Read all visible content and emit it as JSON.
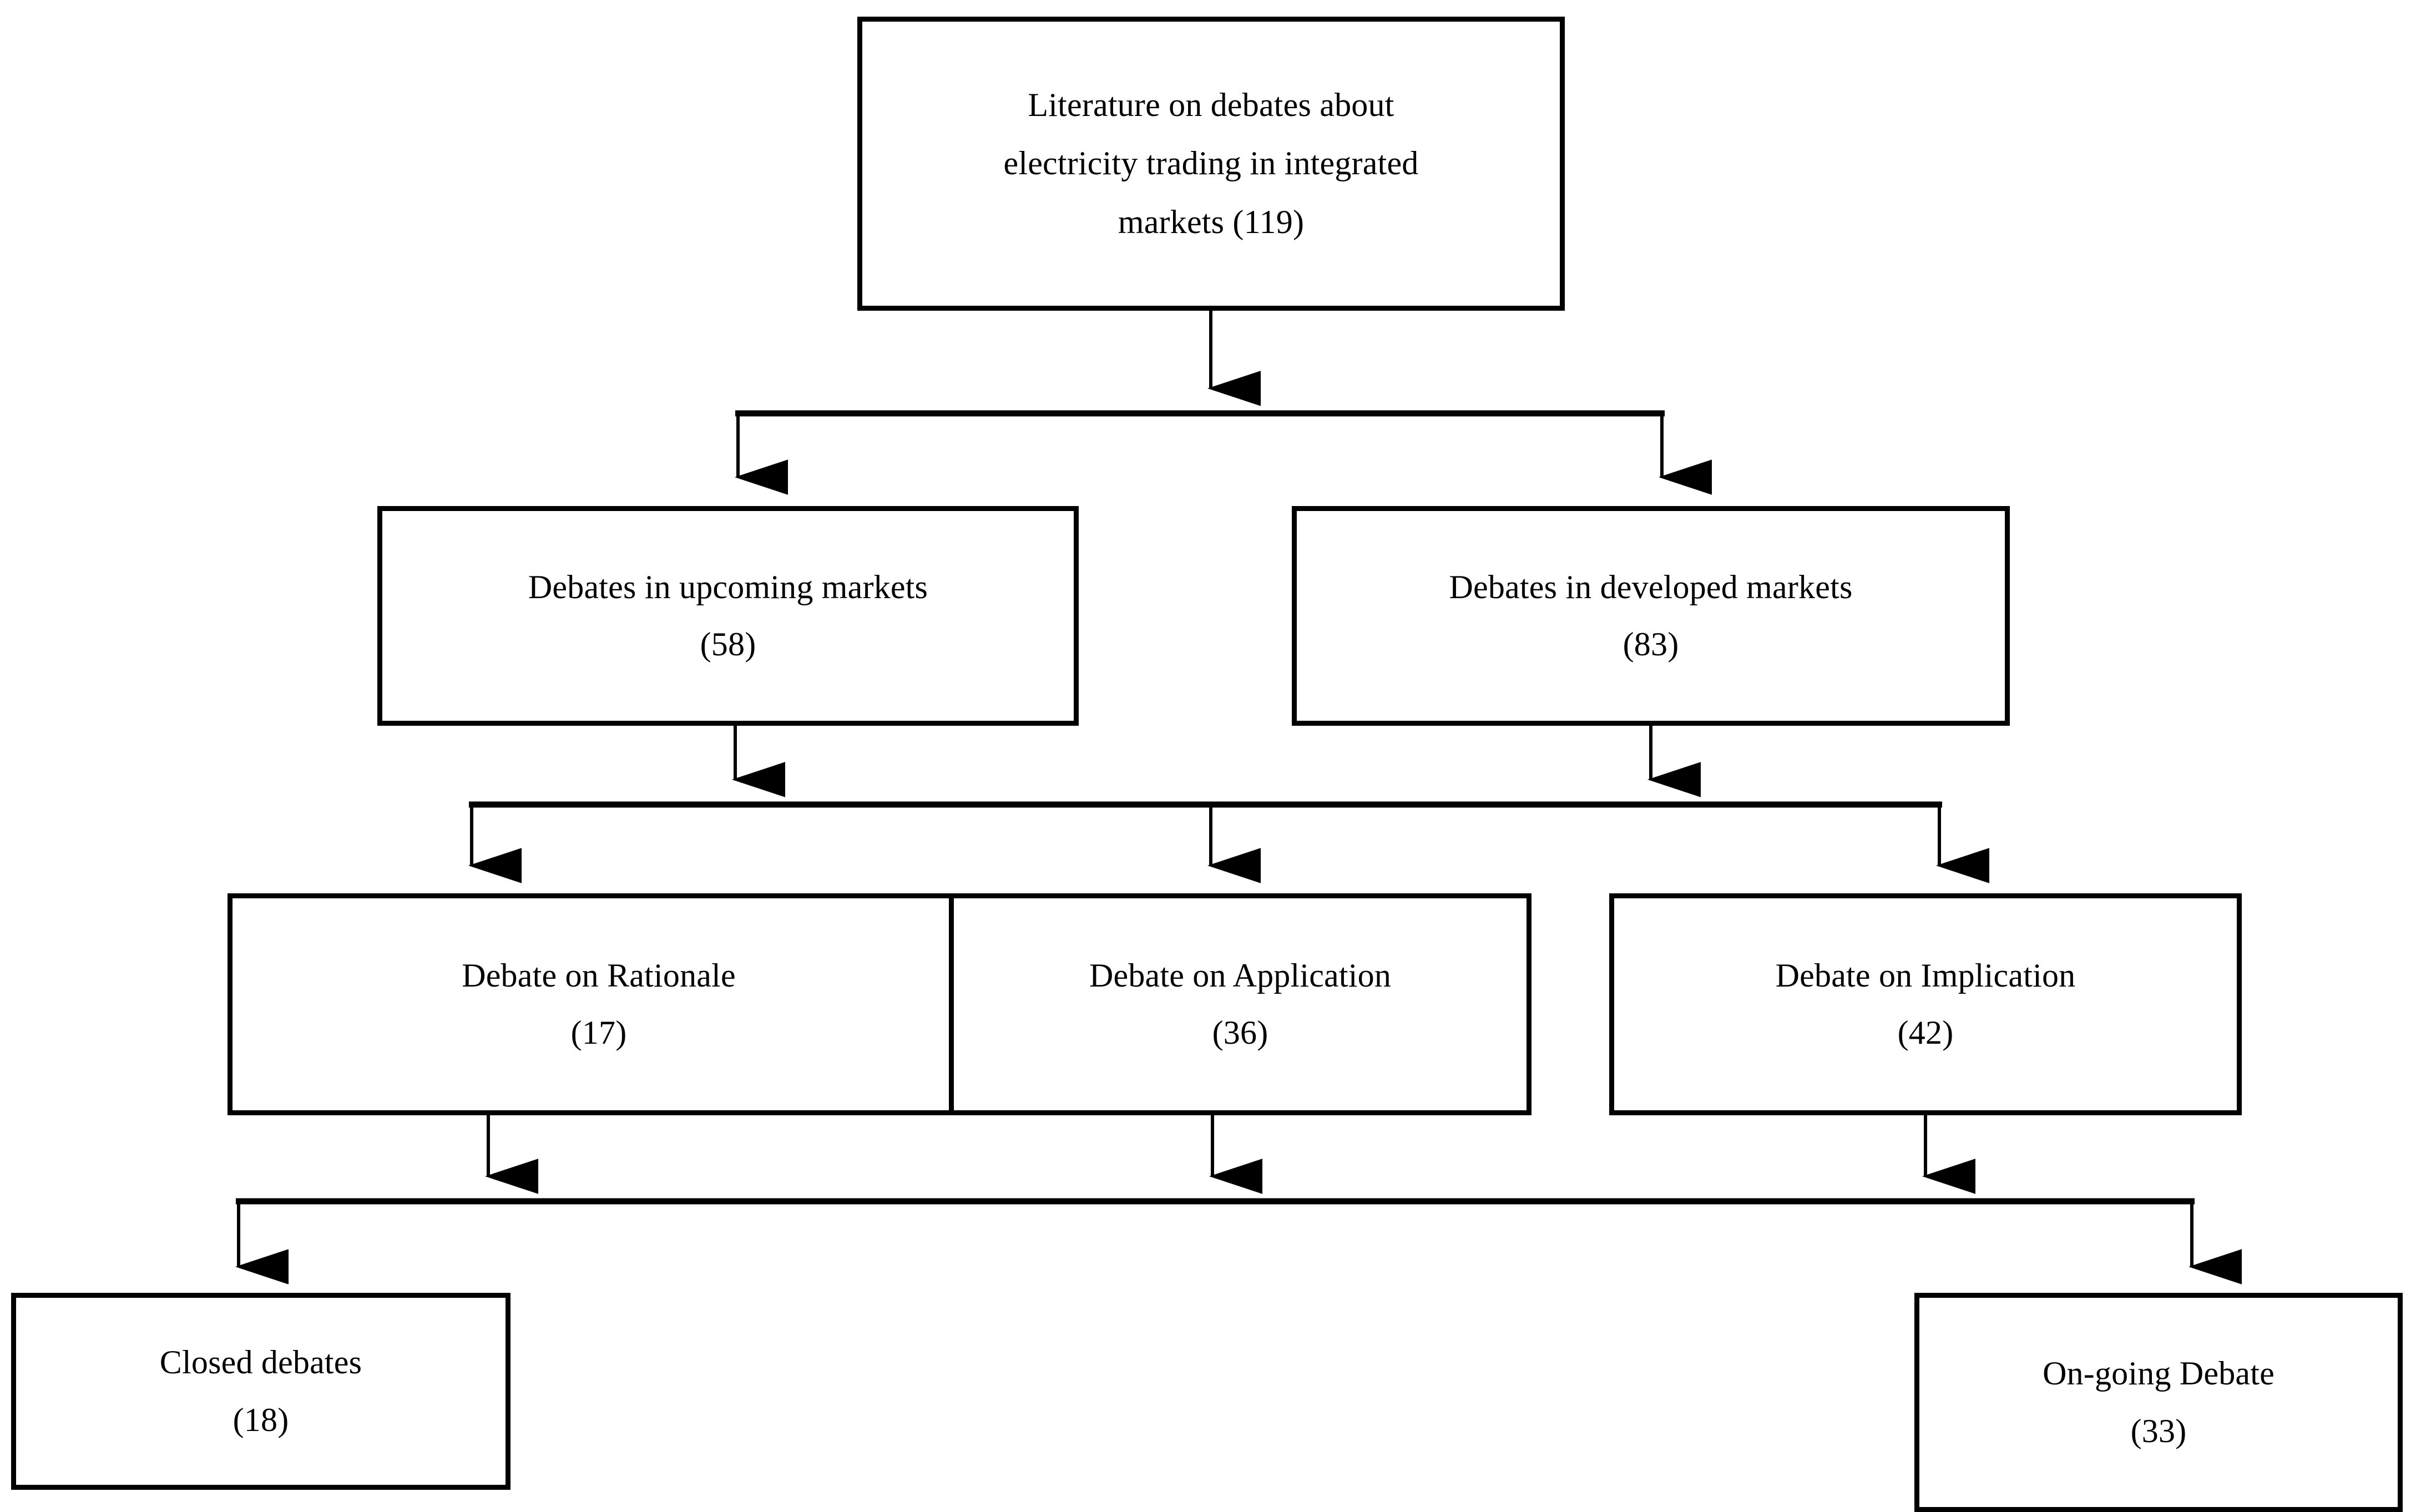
{
  "diagram": {
    "type": "flowchart",
    "orientation": "top-down",
    "background_color": "#ffffff",
    "line_color": "#000000",
    "text_color": "#000000",
    "nodes": {
      "root": {
        "id": "root",
        "level": 1,
        "line1": "Literature on debates about",
        "line2": "electricity trading in integrated",
        "line3": "markets (119)",
        "count": "119"
      },
      "upcoming": {
        "id": "upcoming",
        "level": 2,
        "line1": "Debates in upcoming markets",
        "line2": "(58)",
        "count": "58"
      },
      "developed": {
        "id": "developed",
        "level": 2,
        "line1": "Debates in developed markets",
        "line2": "(83)",
        "count": "83"
      },
      "rationale": {
        "id": "rationale",
        "level": 3,
        "line1": "Debate on Rationale",
        "line2": "(17)",
        "count": "17"
      },
      "application": {
        "id": "application",
        "level": 3,
        "line1": "Debate on Application",
        "line2": "(36)",
        "count": "36"
      },
      "implication": {
        "id": "implication",
        "level": 3,
        "line1": "Debate on Implication",
        "line2": "(42)",
        "count": "42"
      },
      "closed": {
        "id": "closed",
        "level": 4,
        "line1": "Closed debates",
        "line2": "(18)",
        "count": "18"
      },
      "ongoing": {
        "id": "ongoing",
        "level": 4,
        "line1": "On-going Debate",
        "line2": "(33)",
        "count": "33"
      }
    },
    "edges": [
      {
        "from": "root",
        "to": "upcoming",
        "style": "orthogonal-bus-arrow"
      },
      {
        "from": "root",
        "to": "developed",
        "style": "orthogonal-bus-arrow"
      },
      {
        "from": "upcoming",
        "to": "rationale",
        "style": "orthogonal-bus-arrow"
      },
      {
        "from": "upcoming",
        "to": "application",
        "style": "orthogonal-bus-arrow"
      },
      {
        "from": "developed",
        "to": "application",
        "style": "orthogonal-bus-arrow"
      },
      {
        "from": "developed",
        "to": "implication",
        "style": "orthogonal-bus-arrow"
      },
      {
        "from": "rationale",
        "to": "closed",
        "style": "orthogonal-bus-arrow"
      },
      {
        "from": "application",
        "to": "closed",
        "style": "orthogonal-bus-arrow"
      },
      {
        "from": "implication",
        "to": "ongoing",
        "style": "orthogonal-bus-arrow"
      }
    ]
  }
}
